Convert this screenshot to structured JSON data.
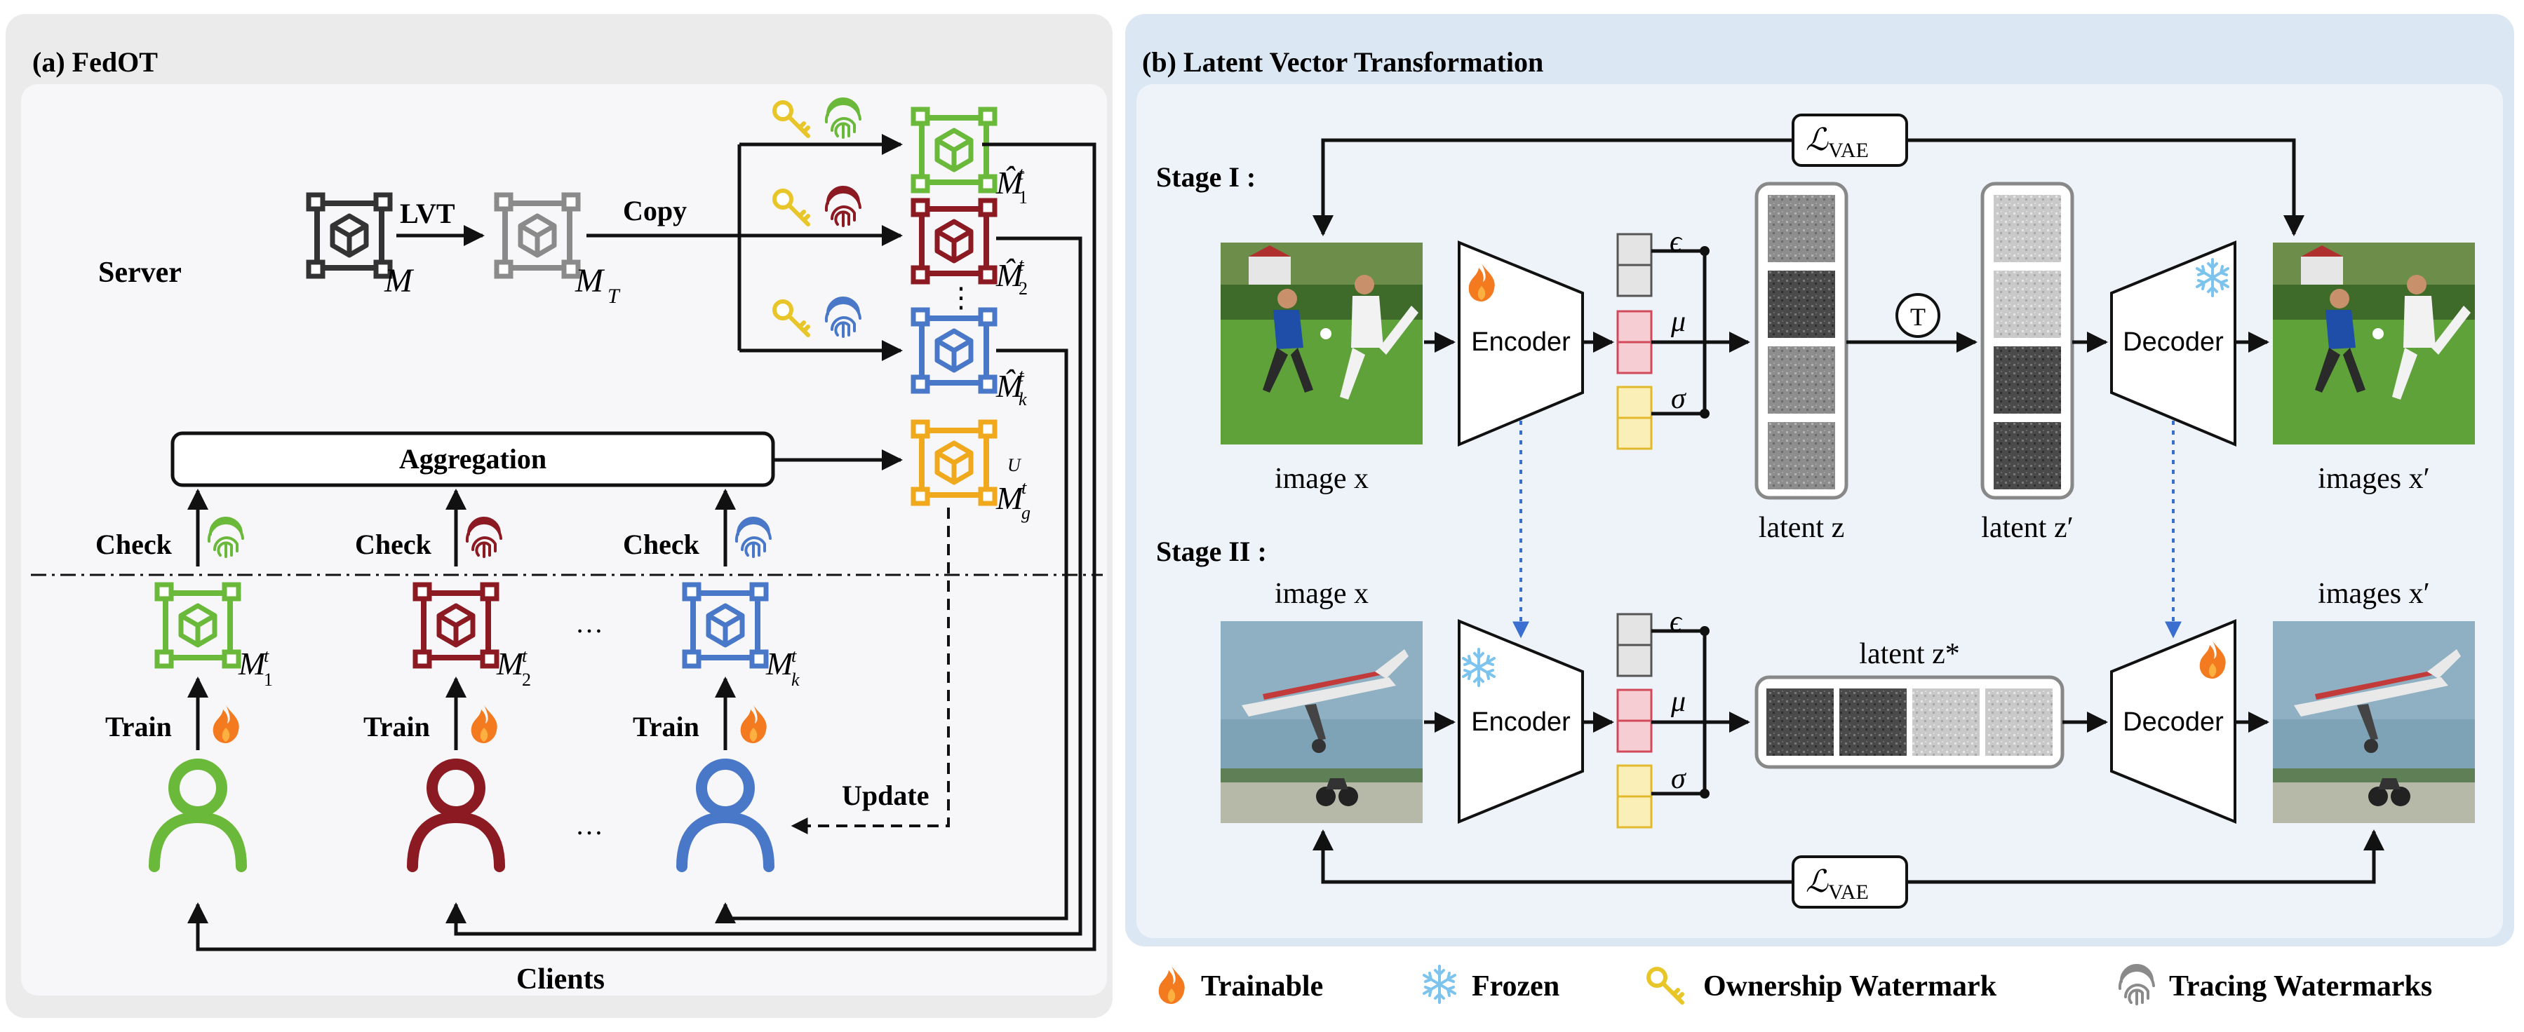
{
  "panel_a": {
    "title": "(a) FedOT",
    "server_label": "Server",
    "clients_label": "Clients",
    "model_m": "M",
    "model_mt": "M",
    "model_mt_sub": "T",
    "lvt_label": "LVT",
    "copy_label": "Copy",
    "aggregation_label": "Aggregation",
    "check_label": "Check",
    "train_label": "Train",
    "update_label": "Update",
    "ellipsis": "…",
    "copies": [
      {
        "name": "M̂",
        "sup": "t",
        "sub": "1"
      },
      {
        "name": "M̂",
        "sup": "t",
        "sub": "2"
      },
      {
        "name": "M̂",
        "sup": "t",
        "sub": "k"
      }
    ],
    "global": {
      "name": "M",
      "sup": "t",
      "sub": "g",
      "pre": "U"
    },
    "locals": [
      {
        "name": "M",
        "sup": "t",
        "sub": "1"
      },
      {
        "name": "M",
        "sup": "t",
        "sub": "2"
      },
      {
        "name": "M",
        "sup": "t",
        "sub": "k"
      }
    ]
  },
  "panel_b": {
    "title": "(b) Latent Vector Transformation",
    "stage1": "Stage I :",
    "stage2": "Stage II :",
    "loss": "ℒ",
    "loss_sub": "VAE",
    "encoder": "Encoder",
    "decoder": "Decoder",
    "transform": "T",
    "image_x": "image x",
    "images_xp": "images x′",
    "latent_z": "latent z",
    "latent_zp": "latent z′",
    "latent_zs": "latent z*",
    "eps": "ϵ",
    "mu": "μ",
    "sigma": "σ"
  },
  "legend": {
    "trainable": "Trainable",
    "frozen": "Frozen",
    "ownership": "Ownership Watermark",
    "tracing": "Tracing Watermarks"
  },
  "colors": {
    "green": "#6ab93a",
    "darkred": "#8b1a22",
    "blue": "#4a78c8",
    "orange": "#f0a81c",
    "gray": "#8a8a8a",
    "black": "#333333",
    "fire": "#f47a20",
    "snow": "#7cc4ee",
    "key": "#f2d438"
  }
}
